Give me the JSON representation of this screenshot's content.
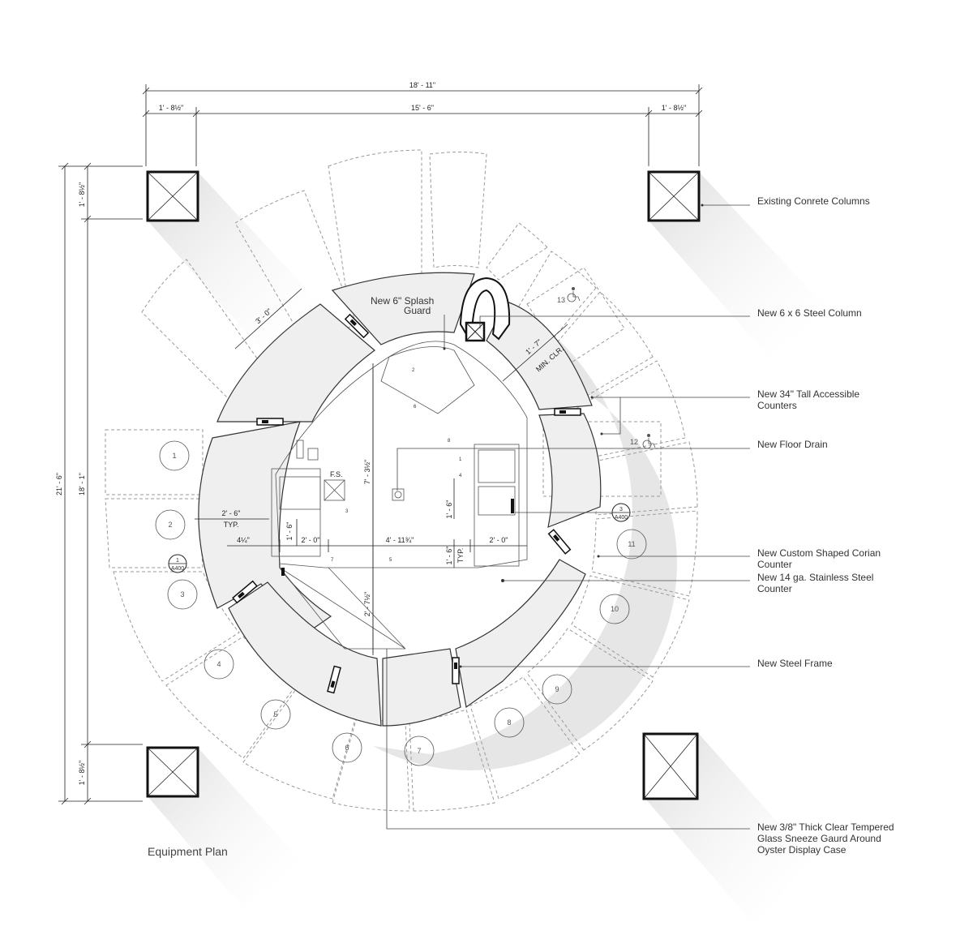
{
  "title": "Equipment Plan",
  "dimensions": {
    "overall_width": "18' - 11\"",
    "left_bay": "1' - 8½\"",
    "center_bay": "15' - 6\"",
    "right_bay": "1' - 8½\"",
    "overall_height": "21' - 6\"",
    "inner_height": "18' - 1\"",
    "top_bay_v": "1' - 8½\"",
    "bottom_bay_v": "1' - 8½\"",
    "d_3_0": "3' - 0\"",
    "d_1_7": "1' - 7\"",
    "min_clr": "MIN. CLR.",
    "d_2_6": "2' - 6\"",
    "typ": "TYP.",
    "d_4_quarter": "4¼\"",
    "d_2_0_left": "2' - 0\"",
    "d_4_11": "4' - 11¾\"",
    "d_2_0_right": "2' - 0\"",
    "d_1_6_left": "1' - 6\"",
    "d_1_6_right": "1' - 6\"",
    "d_1_6_typ": "1' - 6\"",
    "typ2": "TYP.",
    "d_7_3": "7' - 3½\"",
    "d_2_7": "2' - 7½\"",
    "fs": "F.S."
  },
  "callouts": {
    "columns": "Existing Conrete Columns",
    "steel_column": "New 6 x 6 Steel Column",
    "accessible_1": "New 34\" Tall Accessible",
    "accessible_2": "Counters",
    "floor_drain": "New Floor Drain",
    "corian_1": "New Custom Shaped Corian",
    "corian_2": "Counter",
    "stainless_1": "New 14 ga. Stainless Steel",
    "stainless_2": "Counter",
    "steel_frame": "New Steel Frame",
    "glass_1": "New 3/8\"  Thick Clear Tempered",
    "glass_2": "Glass Sneeze Gaurd Around",
    "glass_3": "Oyster Display Case",
    "splash_1": "New 6\" Splash",
    "splash_2": "Guard"
  },
  "sections": {
    "left_num": "1",
    "left_sheet": "A400",
    "right_num": "3",
    "right_sheet": "A400"
  },
  "seats": [
    "1",
    "2",
    "3",
    "4",
    "5",
    "6",
    "7",
    "8",
    "9",
    "10",
    "11",
    "12",
    "13"
  ],
  "small_numbers": [
    "1",
    "2",
    "3",
    "4",
    "5",
    "6",
    "7",
    "8"
  ]
}
